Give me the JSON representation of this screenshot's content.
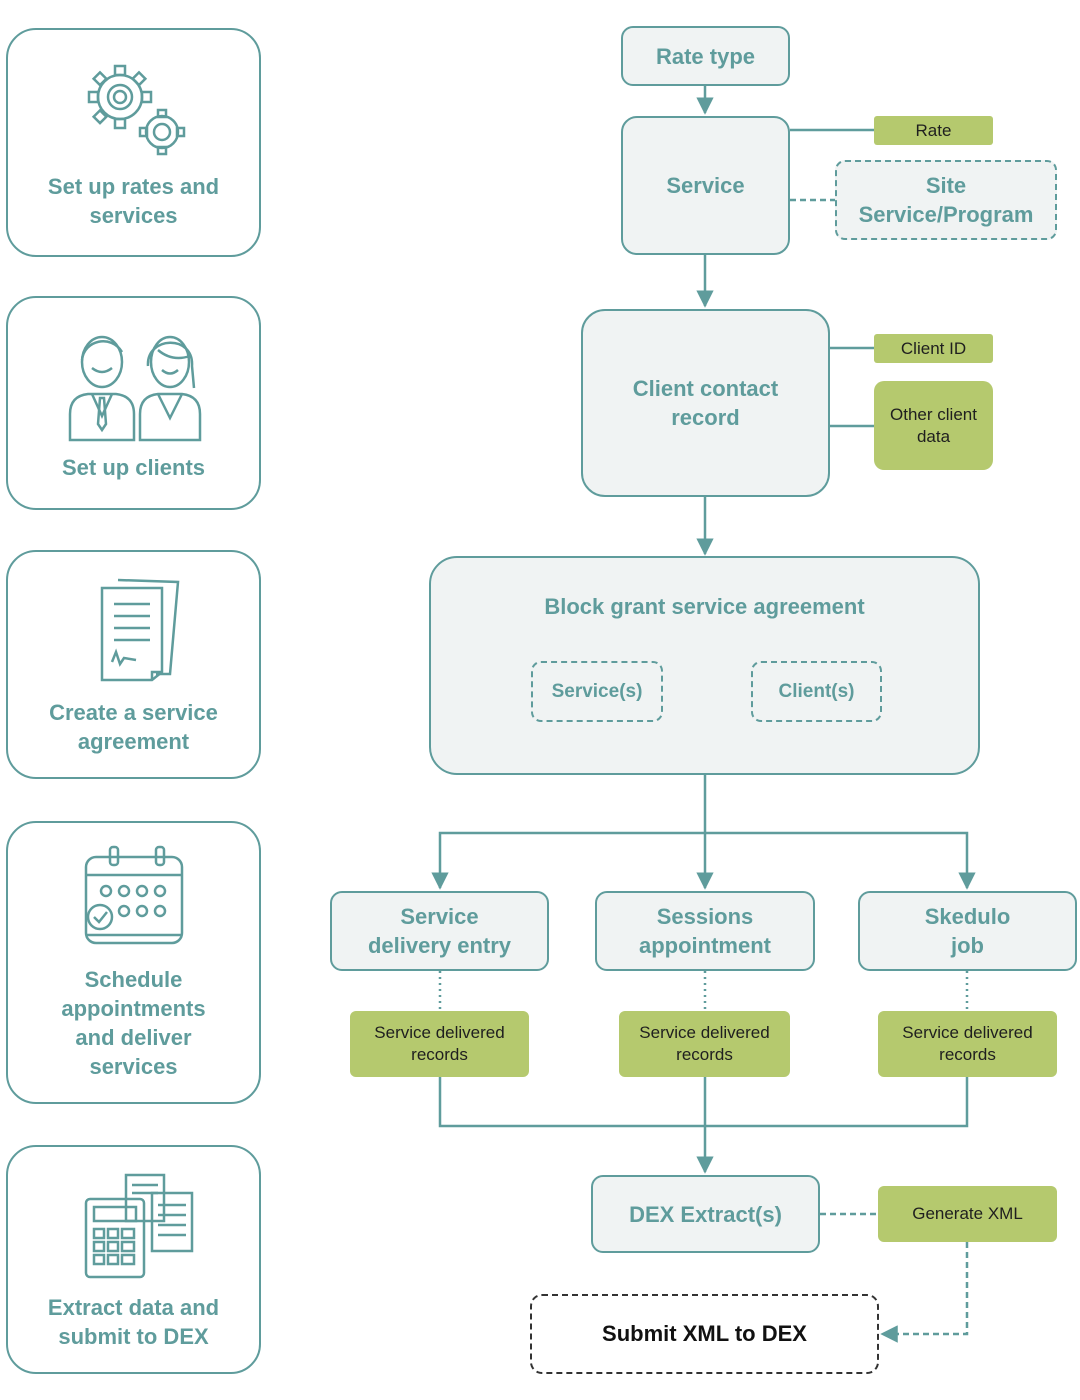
{
  "colors": {
    "teal": "#5f9c9c",
    "node_fill": "#f0f3f3",
    "green": "#b5c96e",
    "text_dark": "#1f1f1f"
  },
  "steps": [
    {
      "label": "Set up rates and\nservices",
      "icon": "gears-icon"
    },
    {
      "label": "Set up clients",
      "icon": "people-icon"
    },
    {
      "label": "Create a service\nagreement",
      "icon": "document-icon"
    },
    {
      "label": "Schedule\nappointments\nand deliver\nservices",
      "icon": "calendar-icon"
    },
    {
      "label": "Extract data and\nsubmit to DEX",
      "icon": "calculator-documents-icon"
    }
  ],
  "nodes": {
    "rate_type": "Rate type",
    "service": "Service",
    "site_service_program": "Site\nService/Program",
    "client_contact_record": "Client contact\nrecord",
    "block_grant": "Block grant service agreement",
    "services_sub": "Service(s)",
    "clients_sub": "Client(s)",
    "service_delivery_entry": "Service\ndelivery entry",
    "sessions_appointment": "Sessions\nappointment",
    "skedulo_job": "Skedulo\njob",
    "dex_extract": "DEX Extract(s)",
    "submit_xml": "Submit XML to DEX"
  },
  "tags": {
    "rate": "Rate",
    "client_id": "Client ID",
    "other_client_data": "Other client\ndata",
    "service_delivered_1": "Service delivered\nrecords",
    "service_delivered_2": "Service delivered\nrecords",
    "service_delivered_3": "Service delivered\nrecords",
    "generate_xml": "Generate XML"
  }
}
